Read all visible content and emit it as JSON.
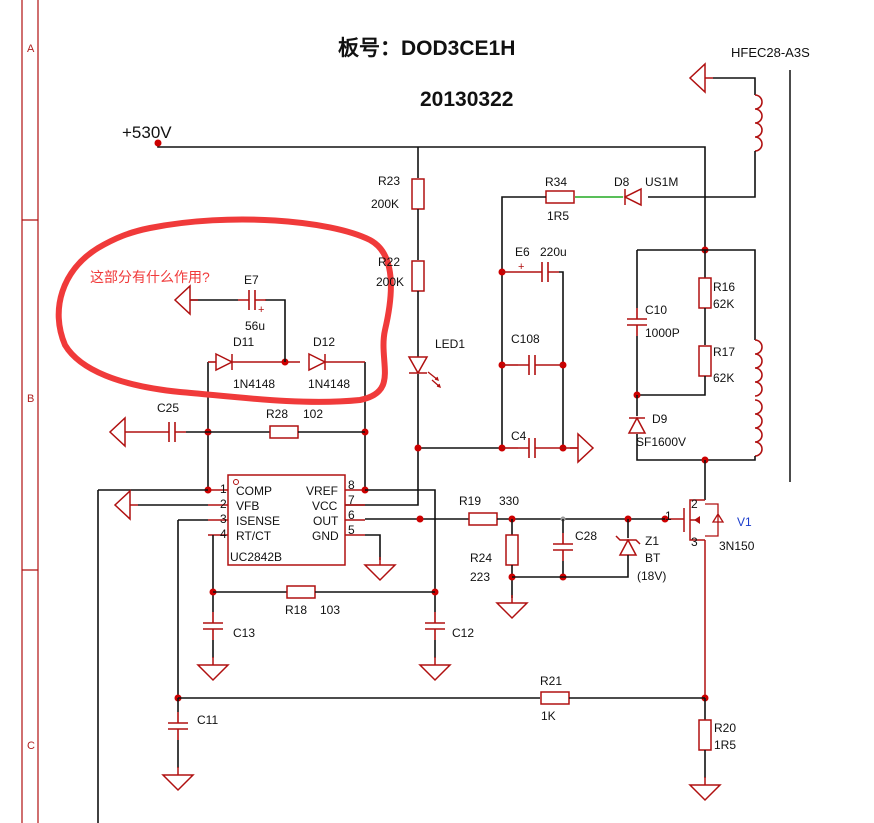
{
  "title": "板号：DOD3CE1H",
  "date": "20130322",
  "transformer": "HFEC28-A3S",
  "supply": "+530V",
  "note": "这部分有什么作用?",
  "sections": [
    "A",
    "B",
    "C"
  ],
  "colors": {
    "wire": "#111111",
    "component": "#b01010",
    "junction": "#cc0000",
    "annotation": "#f03a3a",
    "green_wire": "#22aa22",
    "ref_blue": "#1a3ccc"
  },
  "components": {
    "R23": {
      "ref": "R23",
      "value": "200K"
    },
    "R22": {
      "ref": "R22",
      "value": "200K"
    },
    "R34": {
      "ref": "R34",
      "value": "1R5"
    },
    "D8": {
      "ref": "D8",
      "value": "US1M"
    },
    "E6": {
      "ref": "E6",
      "value": "220u"
    },
    "C108": {
      "ref": "C108"
    },
    "C4": {
      "ref": "C4"
    },
    "LED1": {
      "ref": "LED1"
    },
    "C10": {
      "ref": "C10",
      "value": "1000P"
    },
    "R16": {
      "ref": "R16",
      "value": "62K"
    },
    "R17": {
      "ref": "R17",
      "value": "62K"
    },
    "D9": {
      "ref": "D9",
      "value": "SF1600V"
    },
    "E7": {
      "ref": "E7",
      "value": "56u"
    },
    "D11": {
      "ref": "D11",
      "value": "1N4148"
    },
    "D12": {
      "ref": "D12",
      "value": "1N4148"
    },
    "C25": {
      "ref": "C25"
    },
    "R28": {
      "ref": "R28",
      "value": "102"
    },
    "U1": {
      "value": "UC2842B",
      "pins_left": [
        {
          "n": "1",
          "name": "COMP"
        },
        {
          "n": "2",
          "name": "VFB"
        },
        {
          "n": "3",
          "name": "ISENSE"
        },
        {
          "n": "4",
          "name": "RT/CT"
        }
      ],
      "pins_right": [
        {
          "n": "8",
          "name": "VREF"
        },
        {
          "n": "7",
          "name": "VCC"
        },
        {
          "n": "6",
          "name": "OUT"
        },
        {
          "n": "5",
          "name": "GND"
        }
      ]
    },
    "R19": {
      "ref": "R19",
      "value": "330"
    },
    "R24": {
      "ref": "R24",
      "value": "223"
    },
    "C28": {
      "ref": "C28"
    },
    "Z1": {
      "ref": "Z1",
      "value": "BT",
      "voltage": "(18V)"
    },
    "V1": {
      "ref": "V1",
      "value": "3N150",
      "pin_gate": "1",
      "pin_drain": "2",
      "pin_source": "3"
    },
    "R18": {
      "ref": "R18",
      "value": "103"
    },
    "C13": {
      "ref": "C13"
    },
    "C12": {
      "ref": "C12"
    },
    "C11": {
      "ref": "C11"
    },
    "R21": {
      "ref": "R21",
      "value": "1K"
    },
    "R20": {
      "ref": "R20",
      "value": "1R5"
    }
  }
}
